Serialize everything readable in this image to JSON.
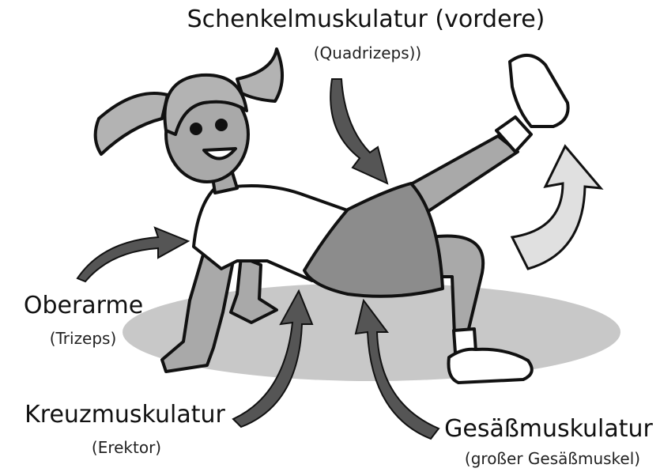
{
  "labels": {
    "quadrizeps": {
      "title": "Schenkelmuskulatur (vordere)",
      "subtitle": "(Quadrizeps))"
    },
    "trizeps": {
      "title": "Oberarme",
      "subtitle": "(Trizeps)"
    },
    "erektor": {
      "title": "Kreuzmuskulatur",
      "subtitle": "(Erektor)"
    },
    "gluteus": {
      "title": "Gesäßmuskulatur",
      "subtitle": "(großer Gesäßmuskel)"
    }
  },
  "colors": {
    "arrow_dark": "#555555",
    "arrow_light": "#e0e0e0",
    "shadow": "#c8c8c8",
    "skin": "#a9a9a9",
    "hair": "#b3b3b3",
    "skirt": "#8c8c8c",
    "outline": "#111111"
  }
}
